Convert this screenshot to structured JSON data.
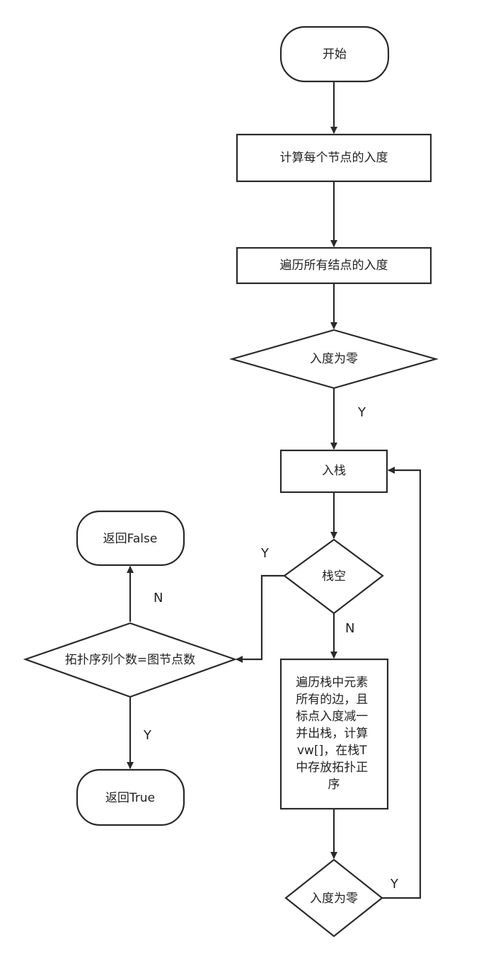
{
  "nodes": {
    "start": "开始",
    "calc_indegree": "计算每个节点的入度",
    "traverse_indegree": "遍历所有结点的入度",
    "decision_zero_1": "入度为零",
    "push_stack": "入栈",
    "decision_stack_empty": "栈空",
    "process_lines": [
      "遍历栈中元素",
      "所有的边，且",
      "标点入度减一",
      "并出栈，计算",
      "vw[]，在栈T",
      "中存放拓扑正",
      "序"
    ],
    "decision_zero_2": "入度为零",
    "decision_count": "拓扑序列个数=图节点数",
    "return_false": "返回False",
    "return_true": "返回True"
  },
  "edge_labels": {
    "zero1_to_push": "Y",
    "empty_to_count": "Y",
    "empty_to_process": "N",
    "count_to_false": "N",
    "count_to_true": "Y",
    "zero2_loop_back": "Y"
  },
  "colors": {
    "stroke": "#2a2a2a",
    "fill": "#ffffff",
    "text": "#222222"
  }
}
